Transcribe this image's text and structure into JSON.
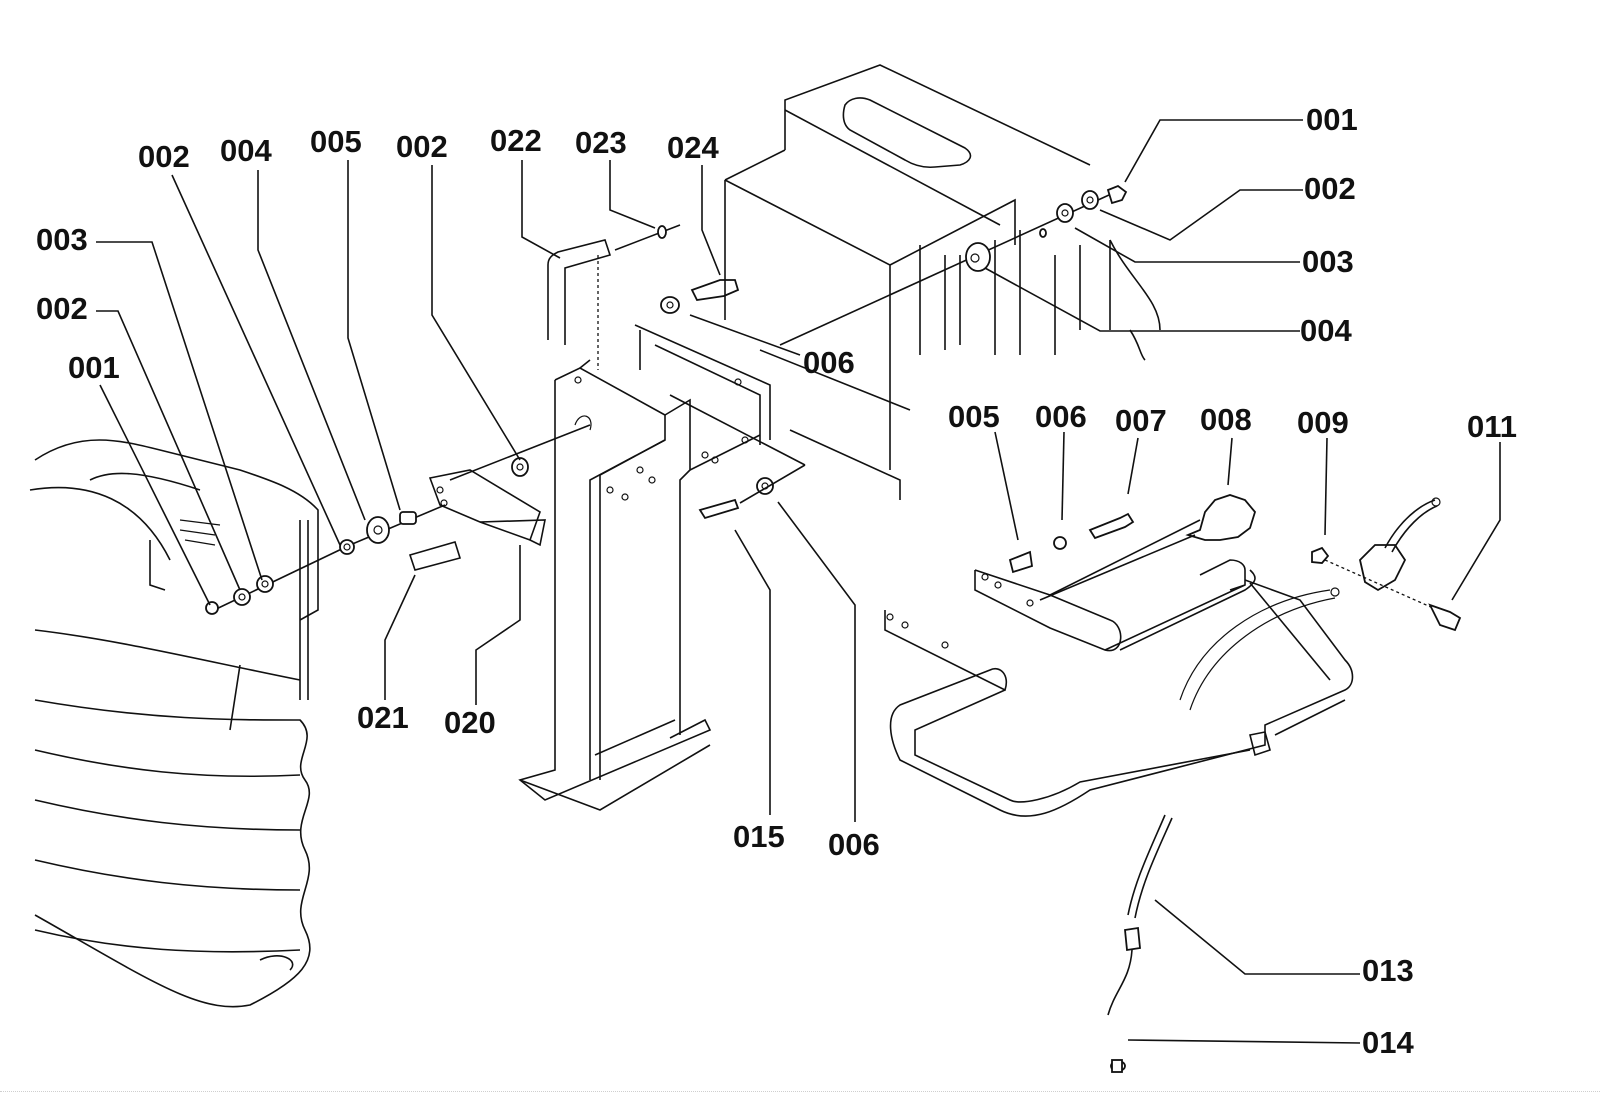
{
  "diagram": {
    "type": "exploded-parts-diagram",
    "callouts": [
      {
        "id": "c1",
        "label": "002"
      },
      {
        "id": "c2",
        "label": "004"
      },
      {
        "id": "c3",
        "label": "005"
      },
      {
        "id": "c4",
        "label": "002"
      },
      {
        "id": "c5",
        "label": "022"
      },
      {
        "id": "c6",
        "label": "023"
      },
      {
        "id": "c7",
        "label": "024"
      },
      {
        "id": "c8",
        "label": "003"
      },
      {
        "id": "c9",
        "label": "002"
      },
      {
        "id": "c10",
        "label": "001"
      },
      {
        "id": "c11",
        "label": "006"
      },
      {
        "id": "c12",
        "label": "021"
      },
      {
        "id": "c13",
        "label": "020"
      },
      {
        "id": "c14",
        "label": "015"
      },
      {
        "id": "c15",
        "label": "006"
      },
      {
        "id": "c16",
        "label": "001"
      },
      {
        "id": "c17",
        "label": "002"
      },
      {
        "id": "c18",
        "label": "003"
      },
      {
        "id": "c19",
        "label": "004"
      },
      {
        "id": "c20",
        "label": "005"
      },
      {
        "id": "c21",
        "label": "006"
      },
      {
        "id": "c22",
        "label": "007"
      },
      {
        "id": "c23",
        "label": "008"
      },
      {
        "id": "c24",
        "label": "009"
      },
      {
        "id": "c25",
        "label": "011"
      },
      {
        "id": "c26",
        "label": "013"
      },
      {
        "id": "c27",
        "label": "014"
      }
    ]
  }
}
